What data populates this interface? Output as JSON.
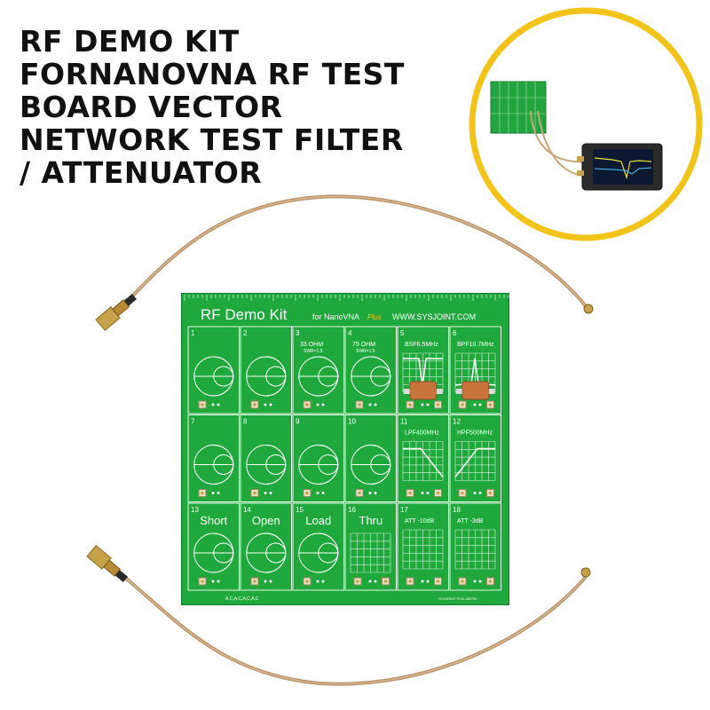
{
  "title_lines": [
    "RF DEMO KIT",
    "FORNANOVNA RF TEST",
    "BOARD VECTOR",
    "NETWORK TEST FILTER",
    "/ ATTENUATOR"
  ],
  "board": {
    "title": "RF Demo Kit",
    "subtitle": "for NanoVNA",
    "subtitle_suffix": "Plus",
    "url": "WWW.SYSJOINT.COM",
    "bottom_code": "A,C,A,C,A,C,A,C",
    "serial": "SYSJOINT PCB-180730",
    "cells": [
      {
        "num": "1",
        "label": ""
      },
      {
        "num": "2",
        "label": ""
      },
      {
        "num": "3",
        "label": "33 OHM",
        "sub": "SWR=1.5"
      },
      {
        "num": "4",
        "label": "75 OHM",
        "sub": "SWR=1.5"
      },
      {
        "num": "5",
        "label": "BSF6.5MHz"
      },
      {
        "num": "6",
        "label": "BPF10.7MHz"
      },
      {
        "num": "7",
        "label": ""
      },
      {
        "num": "8",
        "label": ""
      },
      {
        "num": "9",
        "label": ""
      },
      {
        "num": "10",
        "label": ""
      },
      {
        "num": "11",
        "label": "LPF400MHz"
      },
      {
        "num": "12",
        "label": "HPF500MHz"
      },
      {
        "num": "13",
        "label": "Short"
      },
      {
        "num": "14",
        "label": "Open"
      },
      {
        "num": "15",
        "label": "Load"
      },
      {
        "num": "16",
        "label": "Thru"
      },
      {
        "num": "17",
        "label": "ATT -10dB"
      },
      {
        "num": "18",
        "label": "ATT -3dB"
      }
    ]
  },
  "colors": {
    "pcb_green": "#1fa83c",
    "cable_tan": "#c9a57a",
    "connector_gold": "#c8a24a",
    "circle_yellow": "#f2c318"
  }
}
